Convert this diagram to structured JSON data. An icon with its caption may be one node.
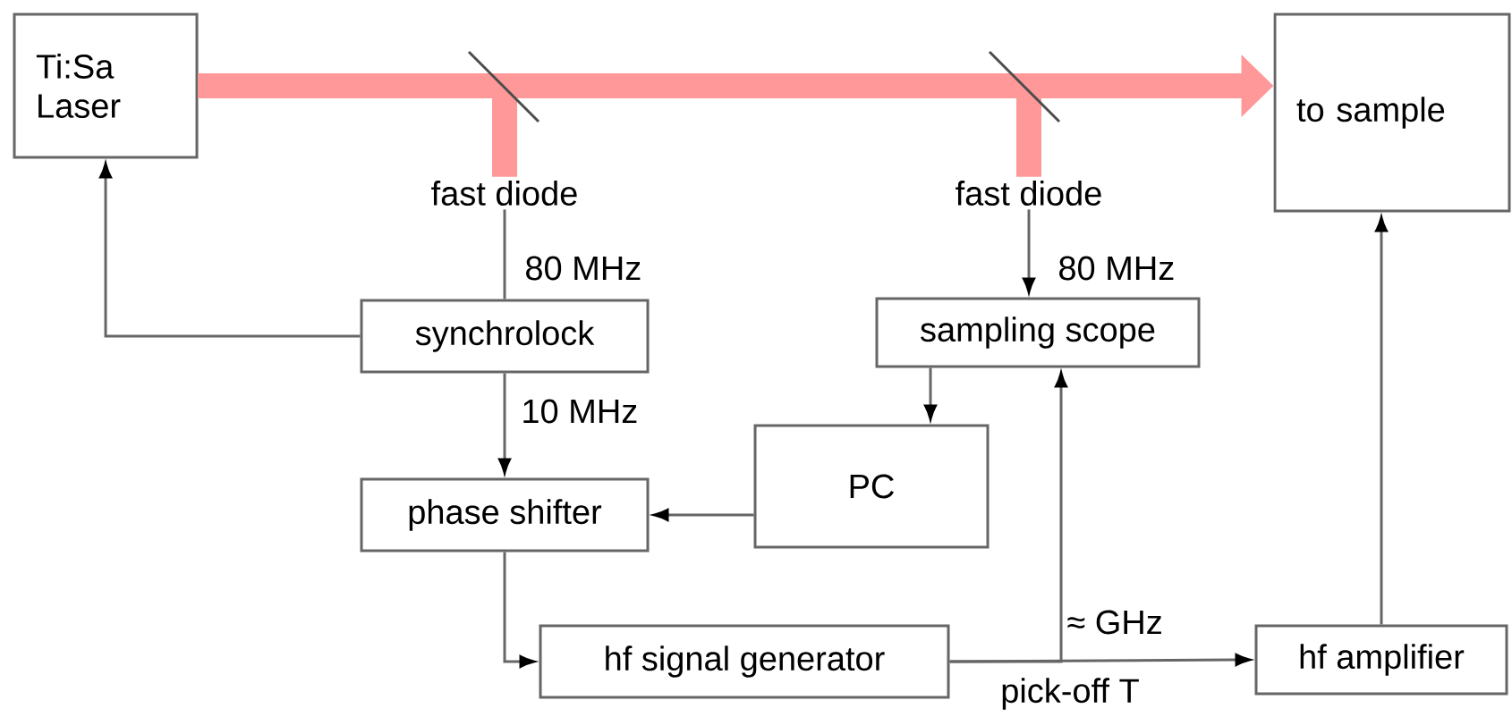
{
  "diagram": {
    "nodes": [
      {
        "text": [
          "Ti:Sa Laser"
        ]
      },
      {
        "text": [
          "fast diode"
        ]
      },
      {
        "text": [
          "fast diode"
        ]
      },
      {
        "text": [
          "to sample"
        ]
      },
      {
        "text": [
          "synchrolock"
        ]
      },
      {
        "text": [
          "sampling scope"
        ]
      },
      {
        "text": [
          "PC"
        ]
      },
      {
        "text": [
          "phase shifter"
        ]
      },
      {
        "text": [
          "hf signal generator"
        ]
      },
      {
        "text": [
          "hf amplifier"
        ]
      }
    ],
    "edges": [
      {
        "from": 0,
        "to": 3,
        "arrow": "to",
        "style": "thick",
        "color": "#ff9999"
      },
      {
        "from": 0,
        "to": 1,
        "arrow": "none",
        "style": "thick",
        "color": "#ff9999"
      },
      {
        "from": 0,
        "to": 2,
        "arrow": "none",
        "style": "thick",
        "color": "#ff9999"
      },
      {
        "from": 1,
        "to": 4,
        "arrow": "none",
        "label": "80 MHz"
      },
      {
        "from": 2,
        "to": 5,
        "arrow": "to",
        "label": "80 MHz"
      },
      {
        "from": 4,
        "to": 0,
        "arrow": "to"
      },
      {
        "from": 4,
        "to": 7,
        "arrow": "to",
        "label": "10 MHz"
      },
      {
        "from": 5,
        "to": 6,
        "arrow": "to"
      },
      {
        "from": 6,
        "to": 7,
        "arrow": "to"
      },
      {
        "from": 7,
        "to": 8,
        "arrow": "to"
      },
      {
        "from": 8,
        "to": 9,
        "arrow": "to",
        "label": "pick-off T"
      },
      {
        "from": 8,
        "to": 5,
        "arrow": "to",
        "label": "≈ GHz"
      },
      {
        "from": 9,
        "to": 3,
        "arrow": "to"
      }
    ]
  }
}
